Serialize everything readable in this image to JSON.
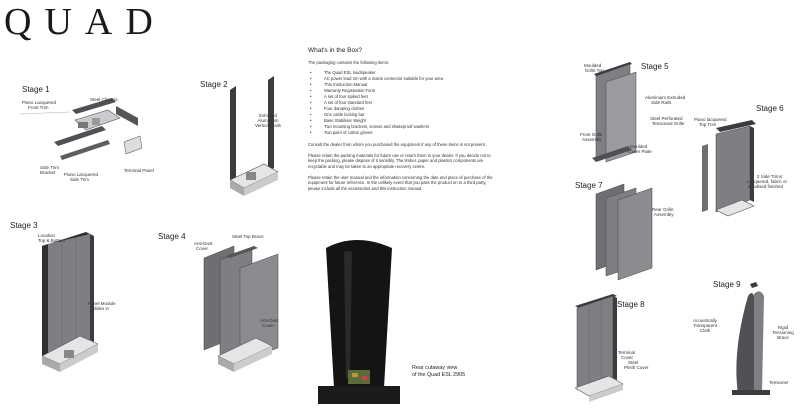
{
  "brand": {
    "logo": "QUAD"
  },
  "doc": {
    "title": "What's in the Box?",
    "intro": "The packaging contains the following items:",
    "items": [
      "The Quad ESL loudspeaker",
      "AC power lead 2m with a mains connector suitable for your area",
      "This Instruction Manual",
      "Warranty Registration Form",
      "A set of four spiked feet",
      "A set of four standard feet",
      "Four damping clothes",
      "One cable locking bar",
      "Base Stabiliser Weight",
      "Two mounting brackets, screws and shakeproof washers",
      "Two pairs of cotton gloves"
    ],
    "para1": "Consult the dealer from whom you purchased the equipment if any of these items is not present.",
    "para2": "Please retain the packing materials for future use or return them to your dealer. If you decide not to keep the packing, please dispose of it sensibly. The timber, paper and plastics components are recyclable and may be taken to an appropriate recovery centre.",
    "para3": "Please retain the user manual and the information concerning the date and place of purchase of the equipment for future reference. In the unlikely event that you pass the product on to a third party, please include all the accessories and this instruction manual."
  },
  "stages": {
    "s1": {
      "title": "Stage 1",
      "l1": "Piano Lacquered",
      "l2": "Front Trim",
      "l3": "Steel Chassis",
      "l4": "Side Trim",
      "l5": "Bracket",
      "l6": "Piano Lacquered",
      "l7": "Side Trim",
      "l8": "Terminal Panel"
    },
    "s2": {
      "title": "Stage 2",
      "l1": "Extruded",
      "l2": "Aluminium",
      "l3": "Vertical Rails"
    },
    "s3": {
      "title": "Stage 3",
      "l1": "Location",
      "l2": "Top & Bottom",
      "l3": "Panel Module",
      "l4": "Slides in"
    },
    "s4": {
      "title": "Stage 4",
      "l1": "Steel Top Brace",
      "l2": "Anti-Dust",
      "l3": "Cover",
      "l4": "Anti-Dust",
      "l5": "Cover"
    },
    "s5": {
      "title": "Stage 5",
      "l1": "Moulded",
      "l2": "Grille Top",
      "l3": "Aluminium Extruded",
      "l4": "Side Rails",
      "l5": "Steel Perforated",
      "l6": "Tensioned Grille",
      "l7": "Front Grille",
      "l8": "Assembly",
      "l9": "Moulded",
      "l10": "Lower Plate"
    },
    "s6": {
      "title": "Stage 6",
      "l1": "Piano lacquered",
      "l2": "Top Trim",
      "l3": "2 Side Trims:",
      "l4": "Lacquered, fabric or",
      "l5": "anodised finished"
    },
    "s7": {
      "title": "Stage 7",
      "l1": "Rear Grille",
      "l2": "Assembly"
    },
    "s8": {
      "title": "Stage 8",
      "l1": "Terminal",
      "l2": "Cover",
      "l3": "Steel",
      "l4": "Plinth Cover"
    },
    "s9": {
      "title": "Stage 9",
      "l1": "Acoustically",
      "l2": "Transparent",
      "l3": "Cloth",
      "l4": "Rigid",
      "l5": "Tensioning",
      "l6": "Brace",
      "l7": "Tensioner"
    }
  },
  "photo": {
    "caption1": "Rear cutaway view",
    "caption2": "of the Quad ESL 2905"
  },
  "colors": {
    "panel": "#7d7f82",
    "panel_dark": "#4f5154",
    "frame": "#3a3c3f",
    "photo_body": "#141414",
    "photo_bg": "#ffffff"
  }
}
